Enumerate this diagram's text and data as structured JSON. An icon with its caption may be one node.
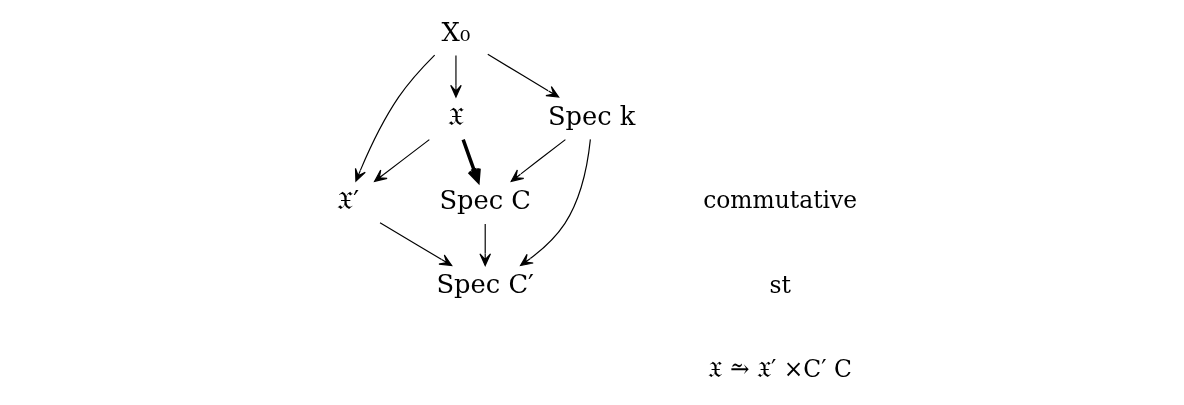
{
  "diagram": {
    "nodes": [
      {
        "text": [
          "X₀"
        ]
      },
      {
        "text": [
          "𝔛′"
        ]
      },
      {
        "text": [
          "𝔛"
        ]
      },
      {
        "text": [
          "Spec k"
        ]
      },
      {
        "text": [
          "Spec C′"
        ]
      },
      {
        "text": [
          "Spec C"
        ]
      }
    ],
    "edges": [
      {
        "from": 0,
        "to": 1,
        "arrow": "to"
      },
      {
        "from": 0,
        "to": 2,
        "arrow": "to"
      },
      {
        "from": 2,
        "to": 1,
        "arrow": "to"
      },
      {
        "from": 0,
        "to": 3,
        "arrow": "to"
      },
      {
        "from": 1,
        "to": 4,
        "arrow": "to"
      },
      {
        "from": 2,
        "to": 5,
        "arrow": "to",
        "style": "thick"
      },
      {
        "from": 3,
        "to": 4,
        "arrow": "to"
      },
      {
        "from": 3,
        "to": 5,
        "arrow": "to"
      },
      {
        "from": 5,
        "to": 4,
        "arrow": "to"
      }
    ],
    "labels": [
      "commutative",
      "st",
      "𝔛 ⥲ 𝔛′ ×C′ C"
    ]
  }
}
